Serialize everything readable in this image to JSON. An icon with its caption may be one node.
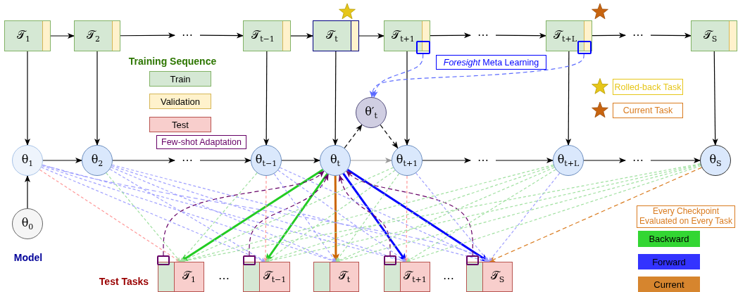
{
  "diagram": {
    "nodes": [
      {
        "text": [
          "𝒯$_{1}$"
        ]
      },
      {
        "text": [
          "𝒯$_{2}$"
        ]
      },
      {
        "text": [
          "⋯"
        ]
      },
      {
        "text": [
          "𝒯$_{t−1}$"
        ]
      },
      {
        "text": [
          "𝒯$_{t}$"
        ]
      },
      {
        "text": [
          "𝒯$_{t+1}$"
        ]
      },
      {
        "text": [
          "⋯"
        ]
      },
      {
        "text": [
          "𝒯$_{t+L}$"
        ]
      },
      {
        "text": [
          "⋯"
        ]
      },
      {
        "text": [
          "𝒯$_{S}$"
        ]
      },
      {
        "text": [],
        "shape": "box"
      },
      {
        "text": [],
        "shape": "box"
      },
      {
        "text": [
          "*Foresight* Meta Learning"
        ]
      },
      {
        "text": [
          "θ′$_{t}$"
        ]
      },
      {
        "text": [
          "θ$_{1}$"
        ]
      },
      {
        "text": [
          "θ$_{2}$"
        ]
      },
      {
        "text": [
          "⋯"
        ]
      },
      {
        "text": [
          "θ$_{t−1}$"
        ]
      },
      {
        "text": [
          "θ$_{t}$"
        ]
      },
      {
        "text": [
          "θ$_{t+1}$"
        ]
      },
      {
        "text": [
          "⋯"
        ]
      },
      {
        "text": [
          "θ$_{t+L}$"
        ]
      },
      {
        "text": [
          "⋯"
        ]
      },
      {
        "text": [
          "θ$_{S}$"
        ]
      },
      {
        "text": [
          "Few-shot Adaptation"
        ]
      },
      {
        "text": [
          "θ$_{0}$"
        ]
      },
      {
        "text": [
          "Every Checkpoint Evaluated on Every Task"
        ]
      },
      {
        "text": [],
        "shape": "box"
      },
      {
        "text": [
          "𝒯$_{1}$"
        ]
      },
      {
        "text": [],
        "shape": "box"
      },
      {
        "text": [
          "𝒯$_{t−1}$"
        ]
      },
      {
        "text": [
          "𝒯$_{t}$"
        ]
      },
      {
        "text": [],
        "shape": "box"
      },
      {
        "text": [
          "𝒯$_{t+1}$"
        ]
      },
      {
        "text": [],
        "shape": "box"
      },
      {
        "text": [
          "𝒯$_{S}$"
        ]
      }
    ],
    "edges": [
      {
        "from": 0,
        "to": 1,
        "arrow": "to"
      },
      {
        "from": 1,
        "to": 2,
        "arrow": "to"
      },
      {
        "from": 2,
        "to": 3,
        "arrow": "to"
      },
      {
        "from": 3,
        "to": 4,
        "arrow": "to"
      },
      {
        "from": 4,
        "to": 5,
        "arrow": "to"
      },
      {
        "from": 5,
        "to": 6,
        "arrow": "to"
      },
      {
        "from": 6,
        "to": 7,
        "arrow": "to"
      },
      {
        "from": 7,
        "to": 8,
        "arrow": "to"
      },
      {
        "from": 8,
        "to": 9,
        "arrow": "to"
      },
      {
        "from": 0,
        "to": 14,
        "arrow": "to"
      },
      {
        "from": 1,
        "to": 15,
        "arrow": "to"
      },
      {
        "from": 3,
        "to": 17,
        "arrow": "to"
      },
      {
        "from": 4,
        "to": 18,
        "arrow": "to"
      },
      {
        "from": 5,
        "to": 19,
        "arrow": "to"
      },
      {
        "from": 7,
        "to": 21,
        "arrow": "to"
      },
      {
        "from": 9,
        "to": 23,
        "arrow": "to"
      },
      {
        "from": 14,
        "to": 15,
        "arrow": "to"
      },
      {
        "from": 15,
        "to": 16,
        "arrow": "to"
      },
      {
        "from": 16,
        "to": 17,
        "arrow": "to"
      },
      {
        "from": 17,
        "to": 18,
        "arrow": "to"
      },
      {
        "from": 18,
        "to": 19,
        "arrow": "to",
        "color": "#999999"
      },
      {
        "from": 19,
        "to": 20,
        "arrow": "to"
      },
      {
        "from": 20,
        "to": 21,
        "arrow": "to"
      },
      {
        "from": 21,
        "to": 22,
        "arrow": "to"
      },
      {
        "from": 22,
        "to": 23,
        "arrow": "to"
      },
      {
        "from": 25,
        "to": 14,
        "arrow": "to"
      },
      {
        "from": 18,
        "to": 13,
        "arrow": "to",
        "style": "dashed"
      },
      {
        "from": 13,
        "to": 19,
        "arrow": "to",
        "style": "dashed"
      },
      {
        "from": 10,
        "to": 13,
        "arrow": "to",
        "style": "dashed",
        "color": "#5c6bff"
      },
      {
        "from": 11,
        "to": 13,
        "arrow": "to",
        "style": "dashed",
        "color": "#5c6bff"
      },
      {
        "from": 18,
        "to": 28,
        "arrow": "to",
        "style": "thick",
        "color": "#22cc22"
      },
      {
        "from": 18,
        "to": 30,
        "arrow": "to",
        "style": "thick",
        "color": "#22cc22"
      },
      {
        "from": 18,
        "to": 31,
        "arrow": "to",
        "style": "thick",
        "color": "#cc6600"
      },
      {
        "from": 18,
        "to": 33,
        "arrow": "to",
        "style": "thick",
        "color": "#0000ff"
      },
      {
        "from": 18,
        "to": 35,
        "arrow": "to",
        "style": "thick",
        "color": "#0000ff"
      },
      {
        "from": 27,
        "to": 18,
        "arrow": "to",
        "style": "dashed",
        "color": "#660066"
      },
      {
        "from": 29,
        "to": 18,
        "arrow": "to",
        "style": "dashed",
        "color": "#660066"
      },
      {
        "from": 32,
        "to": 18,
        "arrow": "to",
        "style": "dashed",
        "color": "#660066"
      },
      {
        "from": 34,
        "to": 18,
        "arrow": "to",
        "style": "dashed",
        "color": "#660066"
      },
      {
        "from": 23,
        "to": 35,
        "arrow": "to",
        "style": "dashed",
        "color": "#d97b1f"
      },
      {
        "from": 14,
        "to": 28,
        "arrow": "to",
        "style": "dashed",
        "color": "#ff9999"
      },
      {
        "from": 14,
        "to": 30,
        "arrow": "to",
        "style": "dashed",
        "color": "#a0a0ff"
      },
      {
        "from": 14,
        "to": 31,
        "arrow": "to",
        "style": "dashed",
        "color": "#a0a0ff"
      },
      {
        "from": 14,
        "to": 33,
        "arrow": "to",
        "style": "dashed",
        "color": "#a0a0ff"
      },
      {
        "from": 14,
        "to": 35,
        "arrow": "to",
        "style": "dashed",
        "color": "#a0a0ff"
      },
      {
        "from": 15,
        "to": 28,
        "arrow": "to",
        "style": "dashed",
        "color": "#a0e0a0"
      },
      {
        "from": 15,
        "to": 30,
        "arrow": "to",
        "style": "dashed",
        "color": "#a0a0ff"
      },
      {
        "from": 15,
        "to": 31,
        "arrow": "to",
        "style": "dashed",
        "color": "#a0a0ff"
      },
      {
        "from": 15,
        "to": 33,
        "arrow": "to",
        "style": "dashed",
        "color": "#a0a0ff"
      },
      {
        "from": 15,
        "to": 35,
        "arrow": "to",
        "style": "dashed",
        "color": "#a0a0ff"
      },
      {
        "from": 17,
        "to": 28,
        "arrow": "to",
        "style": "dashed",
        "color": "#a0e0a0"
      },
      {
        "from": 17,
        "to": 30,
        "arrow": "to",
        "style": "dashed",
        "color": "#ff9999"
      },
      {
        "from": 17,
        "to": 31,
        "arrow": "to",
        "style": "dashed",
        "color": "#a0a0ff"
      },
      {
        "from": 17,
        "to": 33,
        "arrow": "to",
        "style": "dashed",
        "color": "#a0a0ff"
      },
      {
        "from": 17,
        "to": 35,
        "arrow": "to",
        "style": "dashed",
        "color": "#a0a0ff"
      },
      {
        "from": 19,
        "to": 28,
        "arrow": "to",
        "style": "dashed",
        "color": "#a0e0a0"
      },
      {
        "from": 19,
        "to": 30,
        "arrow": "to",
        "style": "dashed",
        "color": "#a0e0a0"
      },
      {
        "from": 19,
        "to": 31,
        "arrow": "to",
        "style": "dashed",
        "color": "#a0e0a0"
      },
      {
        "from": 19,
        "to": 33,
        "arrow": "to",
        "style": "dashed",
        "color": "#ff9999"
      },
      {
        "from": 19,
        "to": 35,
        "arrow": "to",
        "style": "dashed",
        "color": "#a0a0ff"
      },
      {
        "from": 21,
        "to": 28,
        "arrow": "to",
        "style": "dashed",
        "color": "#a0e0a0"
      },
      {
        "from": 21,
        "to": 30,
        "arrow": "to",
        "style": "dashed",
        "color": "#a0e0a0"
      },
      {
        "from": 21,
        "to": 31,
        "arrow": "to",
        "style": "dashed",
        "color": "#a0e0a0"
      },
      {
        "from": 21,
        "to": 33,
        "arrow": "to",
        "style": "dashed",
        "color": "#a0e0a0"
      },
      {
        "from": 21,
        "to": 35,
        "arrow": "to",
        "style": "dashed",
        "color": "#a0a0ff"
      },
      {
        "from": 23,
        "to": 28,
        "arrow": "to",
        "style": "dashed",
        "color": "#a0e0a0"
      },
      {
        "from": 23,
        "to": 30,
        "arrow": "to",
        "style": "dashed",
        "color": "#a0e0a0"
      },
      {
        "from": 23,
        "to": 31,
        "arrow": "to",
        "style": "dashed",
        "color": "#a0e0a0"
      },
      {
        "from": 23,
        "to": 33,
        "arrow": "to",
        "style": "dashed",
        "color": "#a0e0a0"
      }
    ],
    "labels": [
      "Training Sequence",
      "Model",
      "Test Tasks",
      "⋯",
      "⋯"
    ],
    "legend": [
      {
        "text": "Train",
        "color": "#d5e8d4"
      },
      {
        "text": "Validation",
        "color": "#fff2cc"
      },
      {
        "text": "Test",
        "color": "#f8cecc"
      },
      {
        "text": "Rolled-back Task"
      },
      {
        "text": "Current Task"
      },
      {
        "text": "Backward",
        "color": "#33d633"
      },
      {
        "text": "Forward",
        "color": "#3333ff"
      },
      {
        "text": "Current",
        "color": "#d6852e"
      }
    ]
  }
}
